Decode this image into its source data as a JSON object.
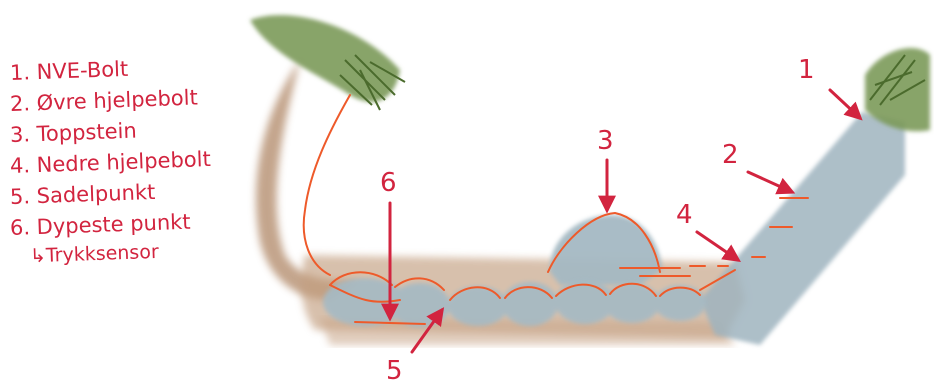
{
  "legend": {
    "items": [
      "1. NVE-Bolt",
      "2. Øvre hjelpebolt",
      "3. Toppstein",
      "4. Nedre hjelpebolt",
      "5. Sadelpunkt",
      "6. Dypeste punkt"
    ],
    "sub_item": "↳Trykksensor"
  },
  "callouts": [
    "1",
    "2",
    "3",
    "4",
    "5",
    "6"
  ],
  "colors": {
    "annotation": "#d2243f",
    "water": "#9db4bf",
    "rock": "#a9bcc4",
    "sediment": "#b8916f",
    "bank": "#a37657",
    "vegetation": "#6f8f4f",
    "outline": "#ee5a2a"
  }
}
